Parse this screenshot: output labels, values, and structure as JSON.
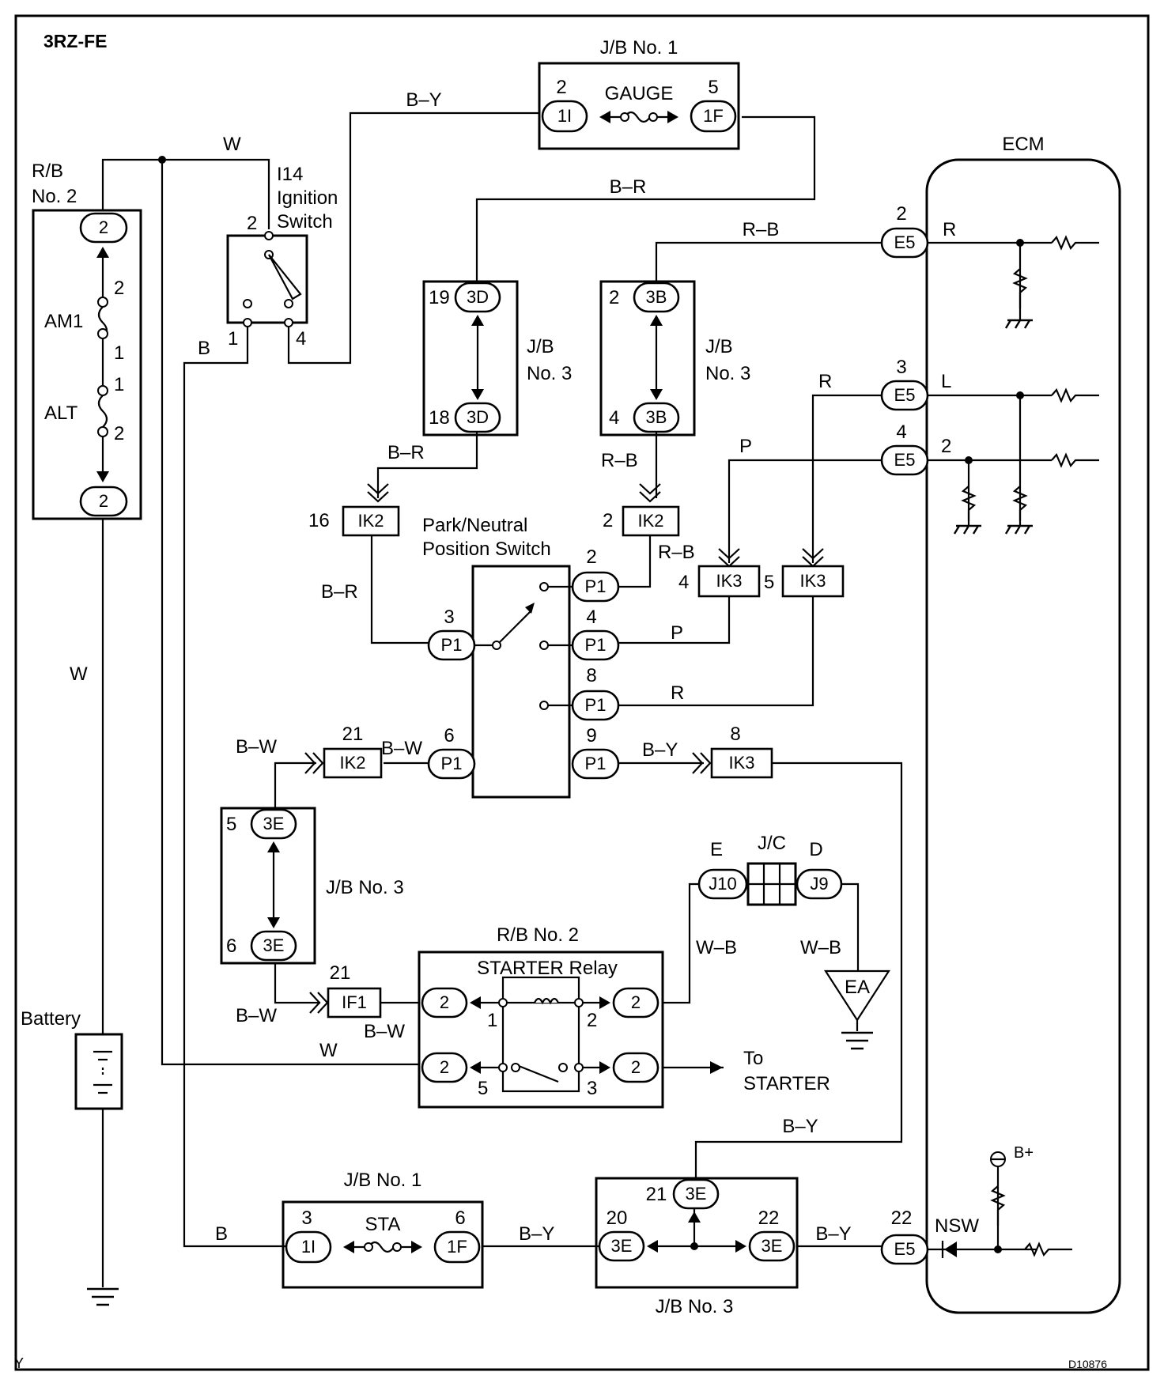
{
  "header": {
    "engine": "3RZ-FE",
    "corner_left": "Y",
    "code": "D10876"
  },
  "components": {
    "jb1_gauge": {
      "title": "J/B No. 1",
      "fuse": "GAUGE",
      "left_pin": "2",
      "left_conn": "1I",
      "right_pin": "5",
      "right_conn": "1F"
    },
    "rb2": {
      "line1": "R/B",
      "line2": "No. 2",
      "top_conn": "2",
      "bottom_conn": "2",
      "fuse1": "AM1",
      "fuse2": "ALT",
      "f1_top": "2",
      "f1_bot": "1",
      "f2_top": "1",
      "f2_bot": "2"
    },
    "ignition": {
      "id": "I14",
      "line1": "Ignition",
      "line2": "Switch",
      "pin_top": "2",
      "pin_left": "1",
      "pin_right": "4"
    },
    "jb3_d": {
      "line1": "J/B",
      "line2": "No. 3",
      "top_pin": "19",
      "top_conn": "3D",
      "bot_pin": "18",
      "bot_conn": "3D"
    },
    "jb3_b": {
      "line1": "J/B",
      "line2": "No. 3",
      "top_pin": "2",
      "top_conn": "3B",
      "bot_pin": "4",
      "bot_conn": "3B"
    },
    "ecm": {
      "title": "ECM",
      "pins": [
        "2",
        "3",
        "4",
        "22"
      ],
      "conn": "E5",
      "sig_r": "R",
      "sig_l": "L",
      "sig_2": "2",
      "nsw": "NSW",
      "bplus": "B+"
    },
    "pnp": {
      "line1": "Park/Neutral",
      "line2": "Position Switch",
      "conn": "P1",
      "pins": [
        "2",
        "3",
        "4",
        "8",
        "6",
        "9"
      ]
    },
    "ik2_a": {
      "pin": "16",
      "conn": "IK2"
    },
    "ik2_b": {
      "pin": "2",
      "conn": "IK2"
    },
    "ik2_c": {
      "pin": "21",
      "conn": "IK2"
    },
    "ik3_a": {
      "pin": "4",
      "conn": "IK3"
    },
    "ik3_b": {
      "pin": "5",
      "conn": "IK3"
    },
    "ik3_c": {
      "pin": "8",
      "conn": "IK3"
    },
    "jb3_e": {
      "title": "J/B No. 3",
      "top_pin": "5",
      "top_conn": "3E",
      "bot_pin": "6",
      "bot_conn": "3E"
    },
    "if1": {
      "pin": "21",
      "conn": "IF1"
    },
    "jc": {
      "title": "J/C",
      "left_label": "E",
      "right_label": "D",
      "left_conn": "J10",
      "right_conn": "J9"
    },
    "ea": {
      "label": "EA"
    },
    "starter_relay": {
      "title": "R/B No. 2",
      "relay": "STARTER Relay",
      "conn": "2",
      "pins": [
        "1",
        "2",
        "5",
        "3"
      ]
    },
    "to_starter": {
      "line1": "To",
      "line2": "STARTER"
    },
    "battery": {
      "label": "Battery"
    },
    "jb1_sta": {
      "title": "J/B No. 1",
      "fuse": "STA",
      "left_pin": "3",
      "left_conn": "1I",
      "right_pin": "6",
      "right_conn": "1F"
    },
    "jb3_e2": {
      "title": "J/B No. 3",
      "top_pin": "21",
      "top_conn": "3E",
      "left_pin": "20",
      "left_conn": "3E",
      "right_pin": "22",
      "right_conn": "3E"
    }
  },
  "wires": {
    "w": "W",
    "b": "B",
    "by": "B–Y",
    "br": "B–R",
    "rb": "R–B",
    "r": "R",
    "p": "P",
    "bw": "B–W",
    "wb": "W–B"
  }
}
